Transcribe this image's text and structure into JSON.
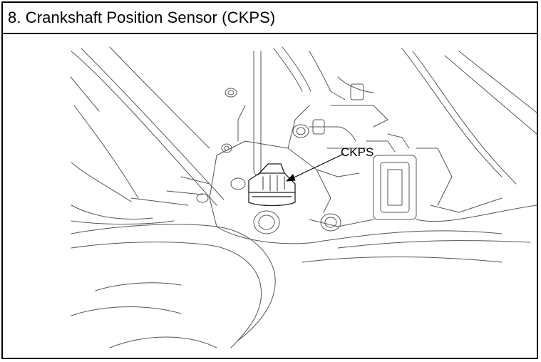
{
  "title": "8. Crankshaft Position Sensor (CKPS)",
  "figure": {
    "callout": "CKPS",
    "icon": "engine-line-drawing"
  }
}
